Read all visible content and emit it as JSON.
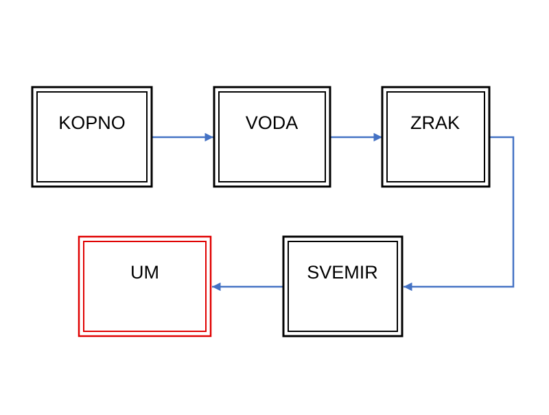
{
  "colors": {
    "box_border": "#000000",
    "highlight_border": "#e00000",
    "arrow": "#4472c4",
    "background": "#ffffff"
  },
  "nodes": [
    {
      "id": "kopno",
      "label": "KOPNO"
    },
    {
      "id": "voda",
      "label": "VODA"
    },
    {
      "id": "zrak",
      "label": "ZRAK"
    },
    {
      "id": "svemir",
      "label": "SVEMIR"
    },
    {
      "id": "um",
      "label": "UM",
      "highlighted": true
    }
  ],
  "edges": [
    {
      "from": "kopno",
      "to": "voda"
    },
    {
      "from": "voda",
      "to": "zrak"
    },
    {
      "from": "zrak",
      "to": "svemir"
    },
    {
      "from": "svemir",
      "to": "um"
    }
  ]
}
